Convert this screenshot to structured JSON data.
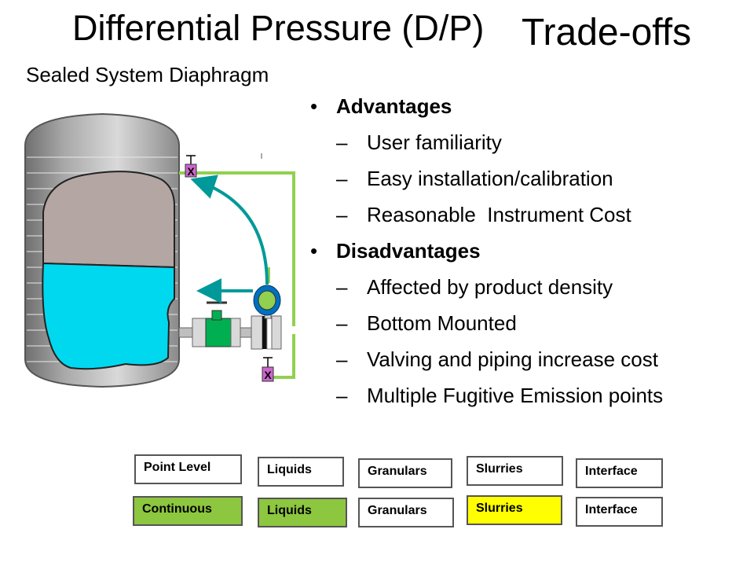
{
  "title": {
    "main": "Differential Pressure (D/P)",
    "suffix": "Trade-offs"
  },
  "subtitle": "Sealed System Diaphragm",
  "diagram": {
    "valve_mark_top": "X",
    "valve_mark_bottom": "X",
    "colors": {
      "vapor": "#b3a6a3",
      "liquid": "#00d8f0",
      "piping": "#92d050",
      "arrows": "#009999",
      "valve": "#cc66cc",
      "isolation_valve": "#00b050"
    }
  },
  "advantages": {
    "heading": "Advantages",
    "items": [
      "User familiarity",
      "Easy installation/calibration",
      "Reasonable  Instrument Cost"
    ]
  },
  "disadvantages": {
    "heading": "Disadvantages",
    "items": [
      "Affected by product density",
      "Bottom Mounted",
      "Valving and piping increase cost",
      "Multiple Fugitive Emission points"
    ]
  },
  "bullet_symbol": "•",
  "dash_symbol": "–",
  "tags": {
    "row1": [
      "Point Level",
      "Liquids",
      "Granulars",
      "Slurries",
      "Interface"
    ],
    "row2": [
      "Continuous",
      "Liquids",
      "Granulars",
      "Slurries",
      "Interface"
    ]
  }
}
